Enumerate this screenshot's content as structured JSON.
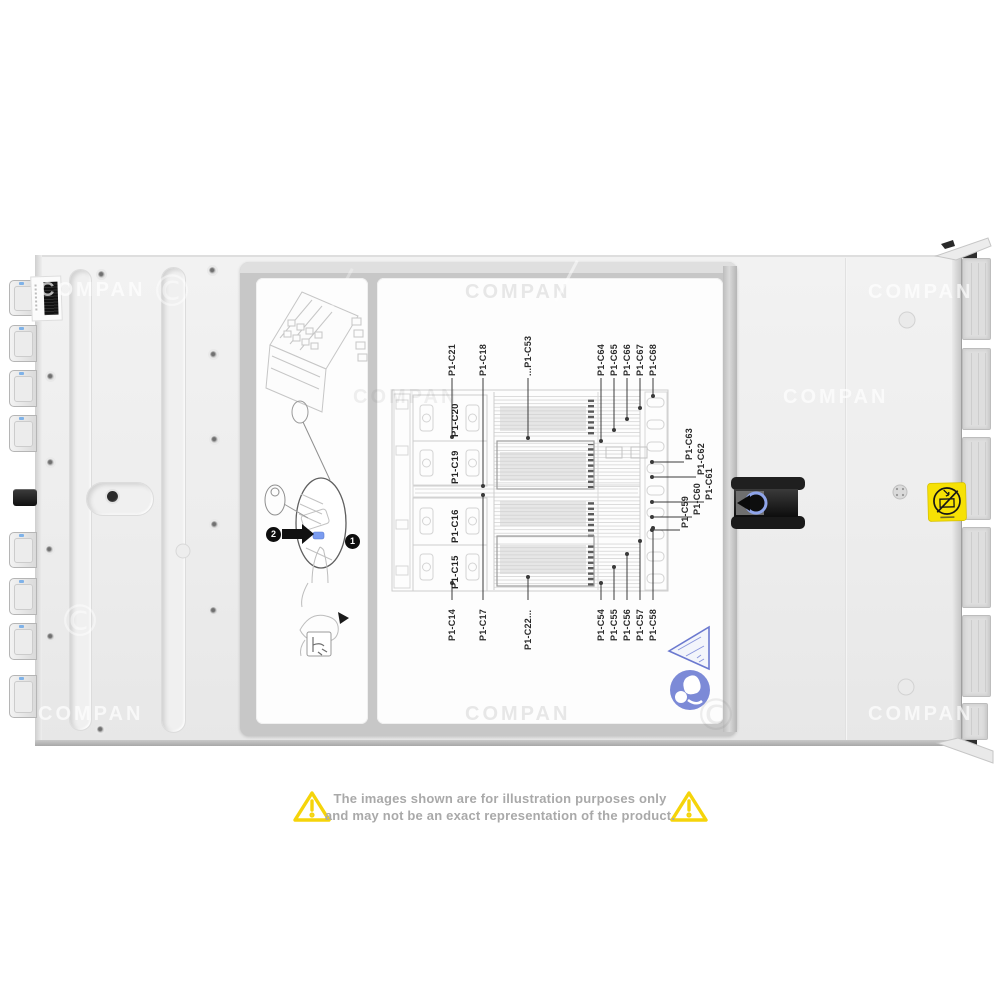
{
  "watermark": {
    "text": "COMPAN",
    "symbol": "©"
  },
  "disclaimer": {
    "line1": "The images shown are for illustration purposes only",
    "line2": "and may not be an exact representation of the product."
  },
  "diagram": {
    "top_labels": [
      "P1-C21",
      "P1-C18",
      "...P1-C53",
      "P1-C64",
      "P1-C65",
      "P1-C66",
      "P1-C67",
      "P1-C68"
    ],
    "bottom_labels": [
      "P1-C14",
      "P1-C17",
      "P1-C22...",
      "P1-C54",
      "P1-C55",
      "P1-C56",
      "P1-C57",
      "P1-C58"
    ],
    "right_labels": [
      "P1-C63",
      "P1-C62",
      "P1-C61",
      "P1-C60",
      "P1-C59"
    ],
    "socket_labels": [
      "P1-C20",
      "P1-C19",
      "P1-C16",
      "P1-C15"
    ],
    "steps": [
      "1",
      "2"
    ]
  },
  "colors": {
    "warning_label_yellow": "#f6e104",
    "disclaimer_triangle_yellow": "#f5d40a",
    "safety_icon_blue": "#7c8ad7",
    "latch_button_blue": "#8fa5ea",
    "chassis_gray": "#ededed",
    "cover_frame_gray": "#c7c7c7"
  },
  "icons": {
    "warning_label": "no-lift-prohibition",
    "disclaimer": "warning-triangle",
    "safety_circle": "person-lift-safety",
    "safety_triangle": "caution-triangle",
    "barcode": "barcode"
  }
}
